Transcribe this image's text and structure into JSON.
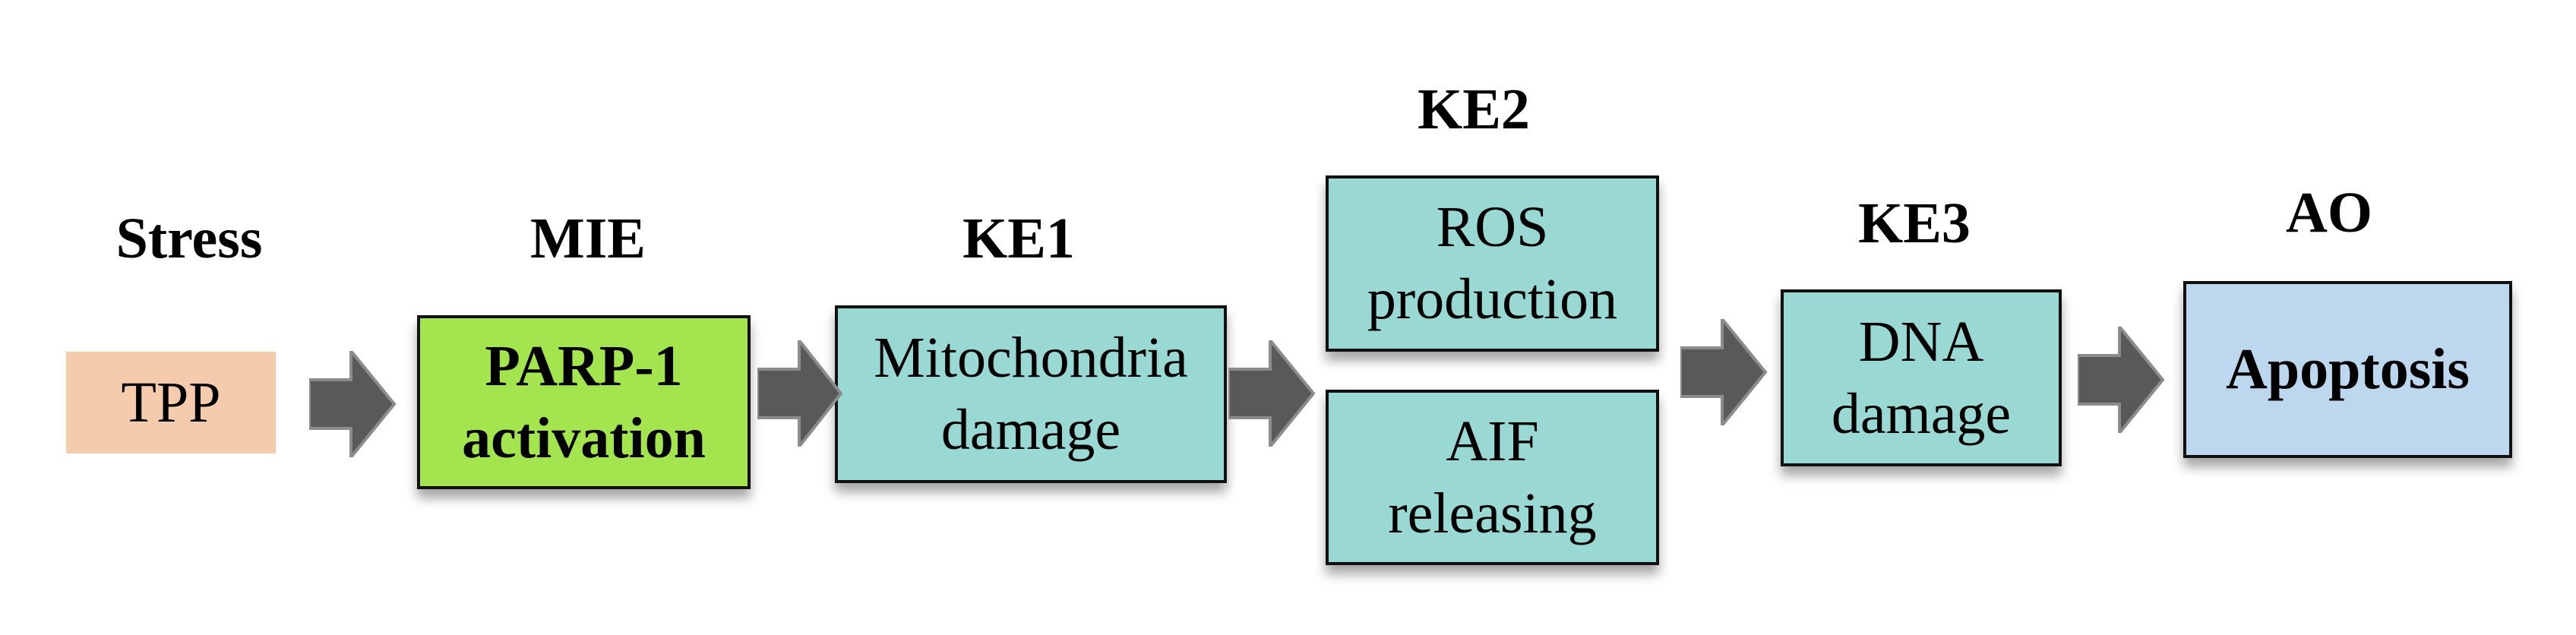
{
  "diagram": {
    "title": "Adverse outcome pathway",
    "stages": [
      {
        "key": "stress",
        "label": "Stress",
        "node_text": "TPP",
        "color": "#F5CBAE",
        "bold_text": false
      },
      {
        "key": "mie",
        "label": "MIE",
        "node_text": "PARP-1\nactivation",
        "color": "#A3E44F",
        "bold_text": true
      },
      {
        "key": "ke1",
        "label": "KE1",
        "node_text": "Mitochondria\ndamage",
        "color": "#9AD9D3",
        "bold_text": false
      },
      {
        "key": "ke2",
        "label": "KE2",
        "nodes": [
          "ROS\nproduction",
          "AIF\nreleasing"
        ],
        "color": "#9AD9D3",
        "bold_text": false
      },
      {
        "key": "ke3",
        "label": "KE3",
        "node_text": "DNA\ndamage",
        "color": "#9AD9D3",
        "bold_text": false
      },
      {
        "key": "ao",
        "label": "AO",
        "node_text": "Apoptosis",
        "color": "#BDD7EE",
        "bold_text": true
      }
    ],
    "arrow_color": "#595959",
    "arrow_edge_color": "#8C8C8C",
    "edges": [
      {
        "from": "stress",
        "to": "mie"
      },
      {
        "from": "mie",
        "to": "ke1"
      },
      {
        "from": "ke1",
        "to": "ke2"
      },
      {
        "from": "ke2",
        "to": "ke3"
      },
      {
        "from": "ke3",
        "to": "ao"
      }
    ]
  }
}
